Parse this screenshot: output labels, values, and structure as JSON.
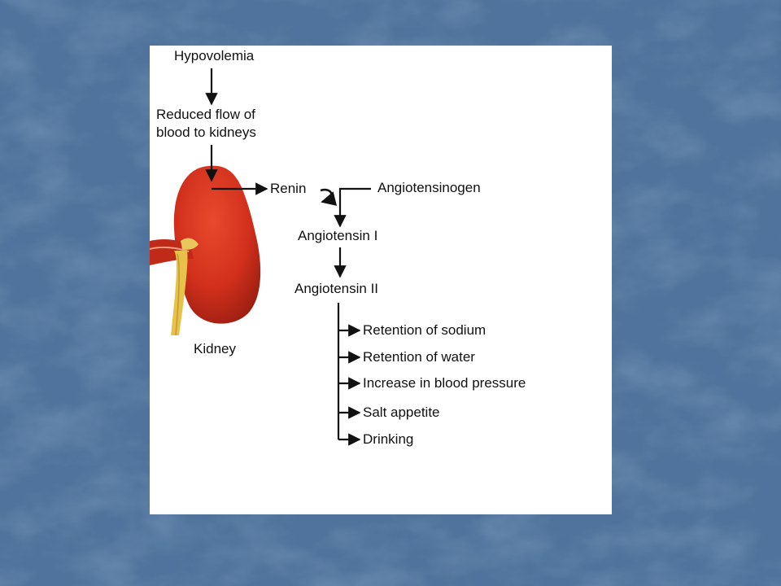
{
  "diagram": {
    "hypovolemia": "Hypovolemia",
    "reduced_flow_line1": "Reduced flow of",
    "reduced_flow_line2": "blood to kidneys",
    "renin": "Renin",
    "angiotensinogen": "Angiotensinogen",
    "angiotensin_1": "Angiotensin I",
    "angiotensin_2": "Angiotensin II",
    "kidney": "Kidney",
    "effects": [
      "Retention of sodium",
      "Retention of water",
      "Increase in blood pressure",
      "Salt appetite",
      "Drinking"
    ]
  },
  "colors": {
    "slide_background": "#4f739c",
    "panel": "#ffffff",
    "kidney": "#d6321e",
    "ureter": "#e6c24a",
    "text": "#111111"
  }
}
